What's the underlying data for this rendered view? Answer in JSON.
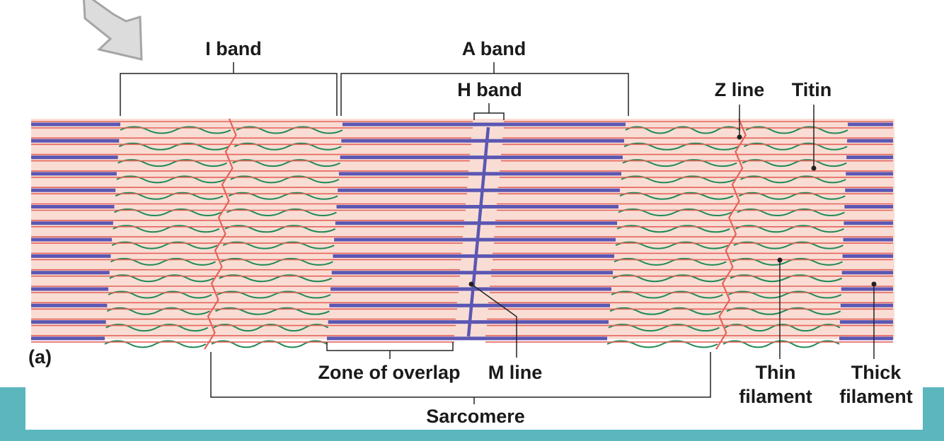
{
  "labels": {
    "i_band": "I band",
    "a_band": "A band",
    "h_band": "H band",
    "z_line": "Z line",
    "titin": "Titin",
    "panel": "(a)",
    "zone_of_overlap": "Zone of overlap",
    "m_line": "M line",
    "thin_filament_1": "Thin",
    "thin_filament_2": "filament",
    "thick_filament_1": "Thick",
    "thick_filament_2": "filament",
    "sarcomere": "Sarcomere"
  },
  "colors": {
    "background_band": "#f9ddd4",
    "thick_filament": "#5b57b3",
    "thin_filament": "#e4635a",
    "titin": "#1f8a55",
    "bottom_bar": "#5bb6bd",
    "arrow_fill": "#dcdcdc",
    "arrow_stroke": "#a5a5a5"
  },
  "icons": {
    "pointer": "arrow-pointer-icon"
  }
}
